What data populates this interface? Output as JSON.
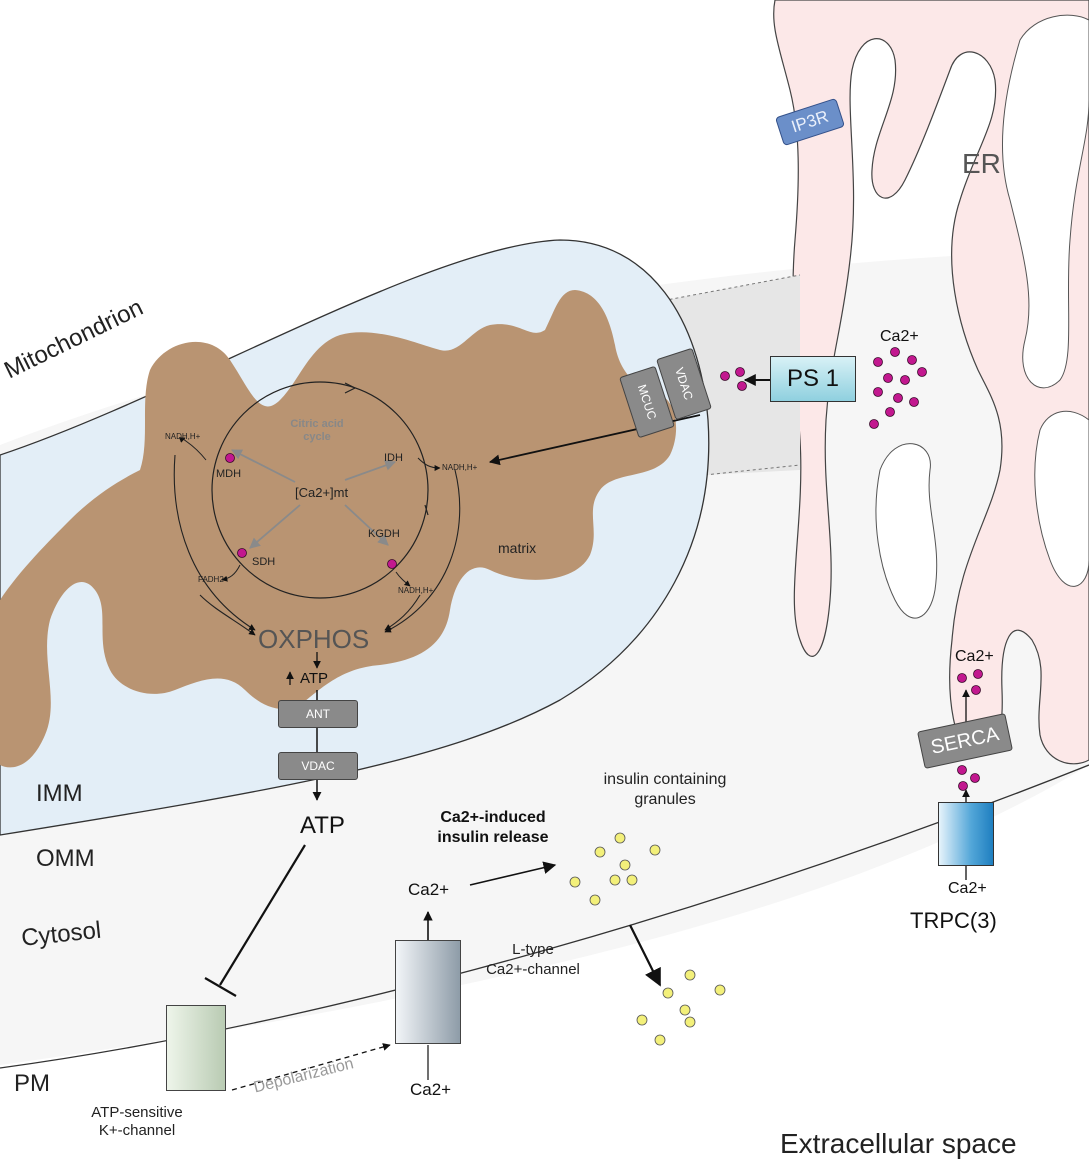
{
  "regions": {
    "mitochondrion": "Mitochondrion",
    "er": "ER",
    "imm": "IMM",
    "omm": "OMM",
    "cytosol": "Cytosol",
    "pm": "PM",
    "extracellular": "Extracellular space",
    "matrix": "matrix"
  },
  "proteins": {
    "ip3r": "IP3R",
    "ps1": "PS 1",
    "mcuc": "MCUC",
    "vdac_er": "VDAC",
    "ant": "ANT",
    "vdac_atp": "VDAC",
    "serca": "SERCA",
    "trpc": "TRPC(3)"
  },
  "cycle": {
    "title_line1": "Citric acid",
    "title_line2": "cycle",
    "ca_mt": "[Ca2+]mt",
    "idh": "IDH",
    "mdh": "MDH",
    "sdh": "SDH",
    "kgdh": "KGDH",
    "nadh_tl": "NADH,H+",
    "nadh_tr": "NADH,H+",
    "nadh_br": "NADH,H+",
    "fadh": "FADH2"
  },
  "energy": {
    "oxphos": "OXPHOS",
    "atp_matrix": "ATP",
    "atp_cytosol": "ATP"
  },
  "calcium": {
    "ca_er": "Ca2+",
    "ca_serca": "Ca2+",
    "ca_trpc": "Ca2+",
    "ca_ltype_top": "Ca2+",
    "ca_ltype_bottom": "Ca2+"
  },
  "channels": {
    "katp_line1": "ATP-sensitive",
    "katp_line2": "K+-channel",
    "ltype_line1": "L-type",
    "ltype_line2": "Ca2+-channel",
    "depolarization": "Depolarization"
  },
  "insulin": {
    "release_line1": "Ca2+-induced",
    "release_line2": "insulin release",
    "granules_line1": "insulin containing",
    "granules_line2": "granules"
  },
  "colors": {
    "mito_outer": "#e3eef7",
    "matrix": "#b99472",
    "er": "#fce8e8",
    "ca_ion": "#c2188f",
    "granule": "#f3f07a",
    "protein_box": "#8a8a8a",
    "ps1_box": "#b9e4ee",
    "ip3r_box": "#6b8fc9"
  }
}
